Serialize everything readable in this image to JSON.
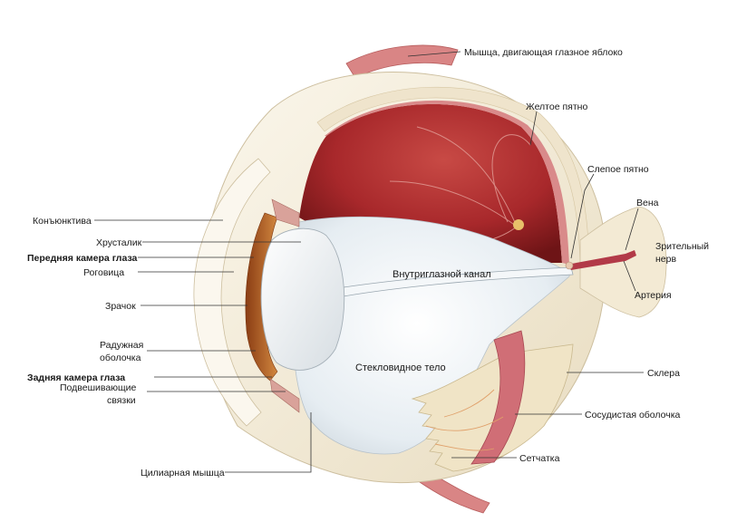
{
  "labels": {
    "eye_muscle": "Мышца, двигающая глазное яблоко",
    "macula": "Желтое пятно",
    "blind_spot": "Слепое пятно",
    "vein": "Вена",
    "optic_nerve_1": "Зрительный",
    "optic_nerve_2": "нерв",
    "artery": "Артерия",
    "conjunctiva": "Конъюнктива",
    "lens": "Хрусталик",
    "anterior_chamber": "Передняя камера глаза",
    "cornea": "Роговица",
    "pupil": "Зрачок",
    "iris_1": "Радужная",
    "iris_2": "оболочка",
    "posterior_chamber": "Задняя камера глаза",
    "zonules_1": "Подвешивающие",
    "zonules_2": "связки",
    "ciliary_muscle": "Цилиарная мышца",
    "hyaloid_canal": "Внутриглазной канал",
    "vitreous_body": "Стекловидное тело",
    "sclera": "Склера",
    "choroid": "Сосудистая оболочка",
    "retina": "Сетчатка"
  },
  "colors": {
    "sclera": "#f3ecd9",
    "interior": "#a8282b",
    "vitreous": "#e9eff3",
    "retina_layer": "#d98a8a",
    "iris": "#c06a2e",
    "muscle": "#d98585",
    "ink": "#1a1a1a"
  }
}
